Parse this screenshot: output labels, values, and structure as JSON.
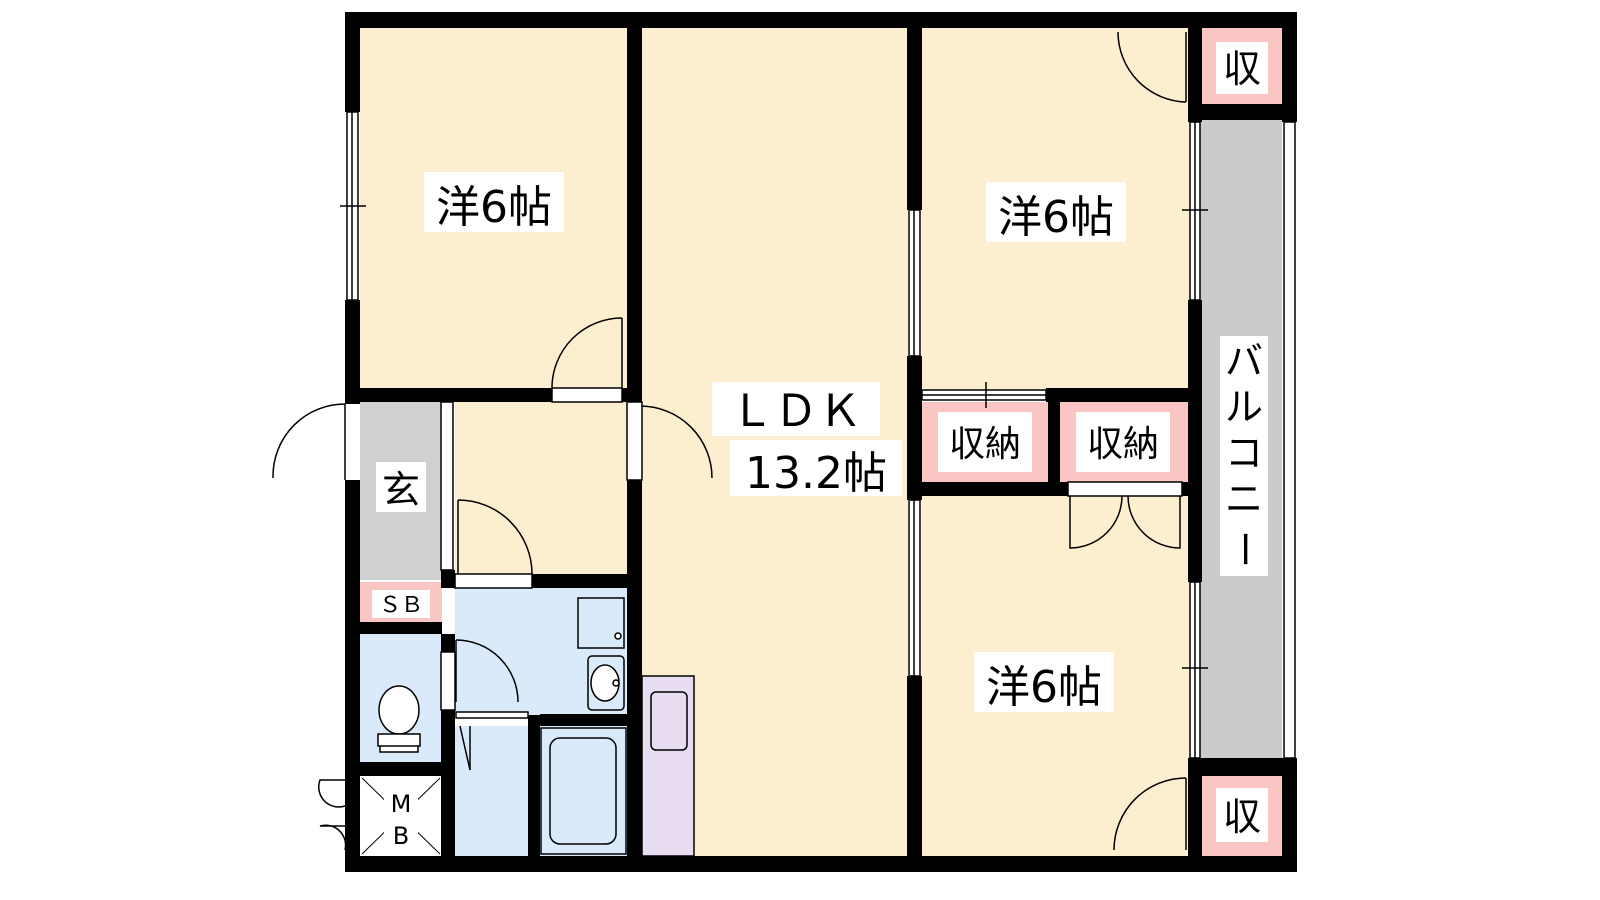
{
  "colors": {
    "wall": "#000000",
    "room": "#fcefcf",
    "wet": "#dbeafa",
    "entrance": "#d0d0d0",
    "storage": "#f9c6c4",
    "kitchen": "#e7dcf0",
    "balcony": "#cbcbcb",
    "white": "#ffffff"
  },
  "rooms": {
    "west_bedroom": "洋6帖",
    "ldk_name": "ＬＤＫ",
    "ldk_size": "13.2帖",
    "east_bedroom_top": "洋6帖",
    "east_bedroom_bottom": "洋6帖",
    "entrance": "玄",
    "shoe_box": "ＳＢ",
    "meter_box_top": "M",
    "meter_box_bottom": "B",
    "storage_center_left": "収納",
    "storage_center_right": "収納",
    "storage_top_right": "収",
    "storage_bottom_right": "収",
    "balcony": [
      "バ",
      "ル",
      "コ",
      "ニ",
      "ー"
    ]
  }
}
